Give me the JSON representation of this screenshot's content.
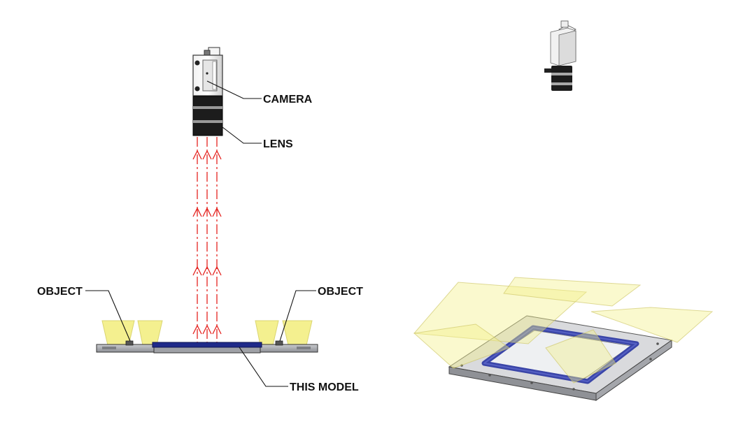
{
  "labels": {
    "camera": "CAMERA",
    "lens": "LENS",
    "object_left": "OBJECT",
    "object_right": "OBJECT",
    "this_model": "THIS MODEL"
  },
  "colors": {
    "ray": "#e4231f",
    "light_fill": "#f4f08a",
    "light_stroke": "#d9d36a",
    "model_blue": "#1f2a8a",
    "plate_gray": "#b5b7bb",
    "frame_blue": "#3a45a8",
    "leader": "#111111"
  }
}
